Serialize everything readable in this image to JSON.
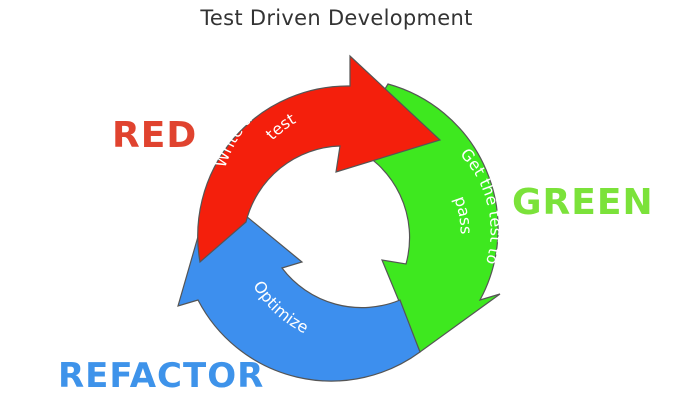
{
  "title": "Test Driven Development",
  "phases": {
    "red": {
      "label": "RED",
      "color": "#e0432f",
      "arrow_color": "#f41f0c",
      "text_line1": "Write a failing",
      "text_line2": "test"
    },
    "green": {
      "label": "GREEN",
      "color": "#7be23a",
      "arrow_color": "#3ee81f",
      "text_line1": "Get the test to",
      "text_line2": "pass"
    },
    "refactor": {
      "label": "REFACTOR",
      "color": "#3e93ea",
      "arrow_color": "#3d8fee",
      "text_line1": "Optimize"
    }
  }
}
